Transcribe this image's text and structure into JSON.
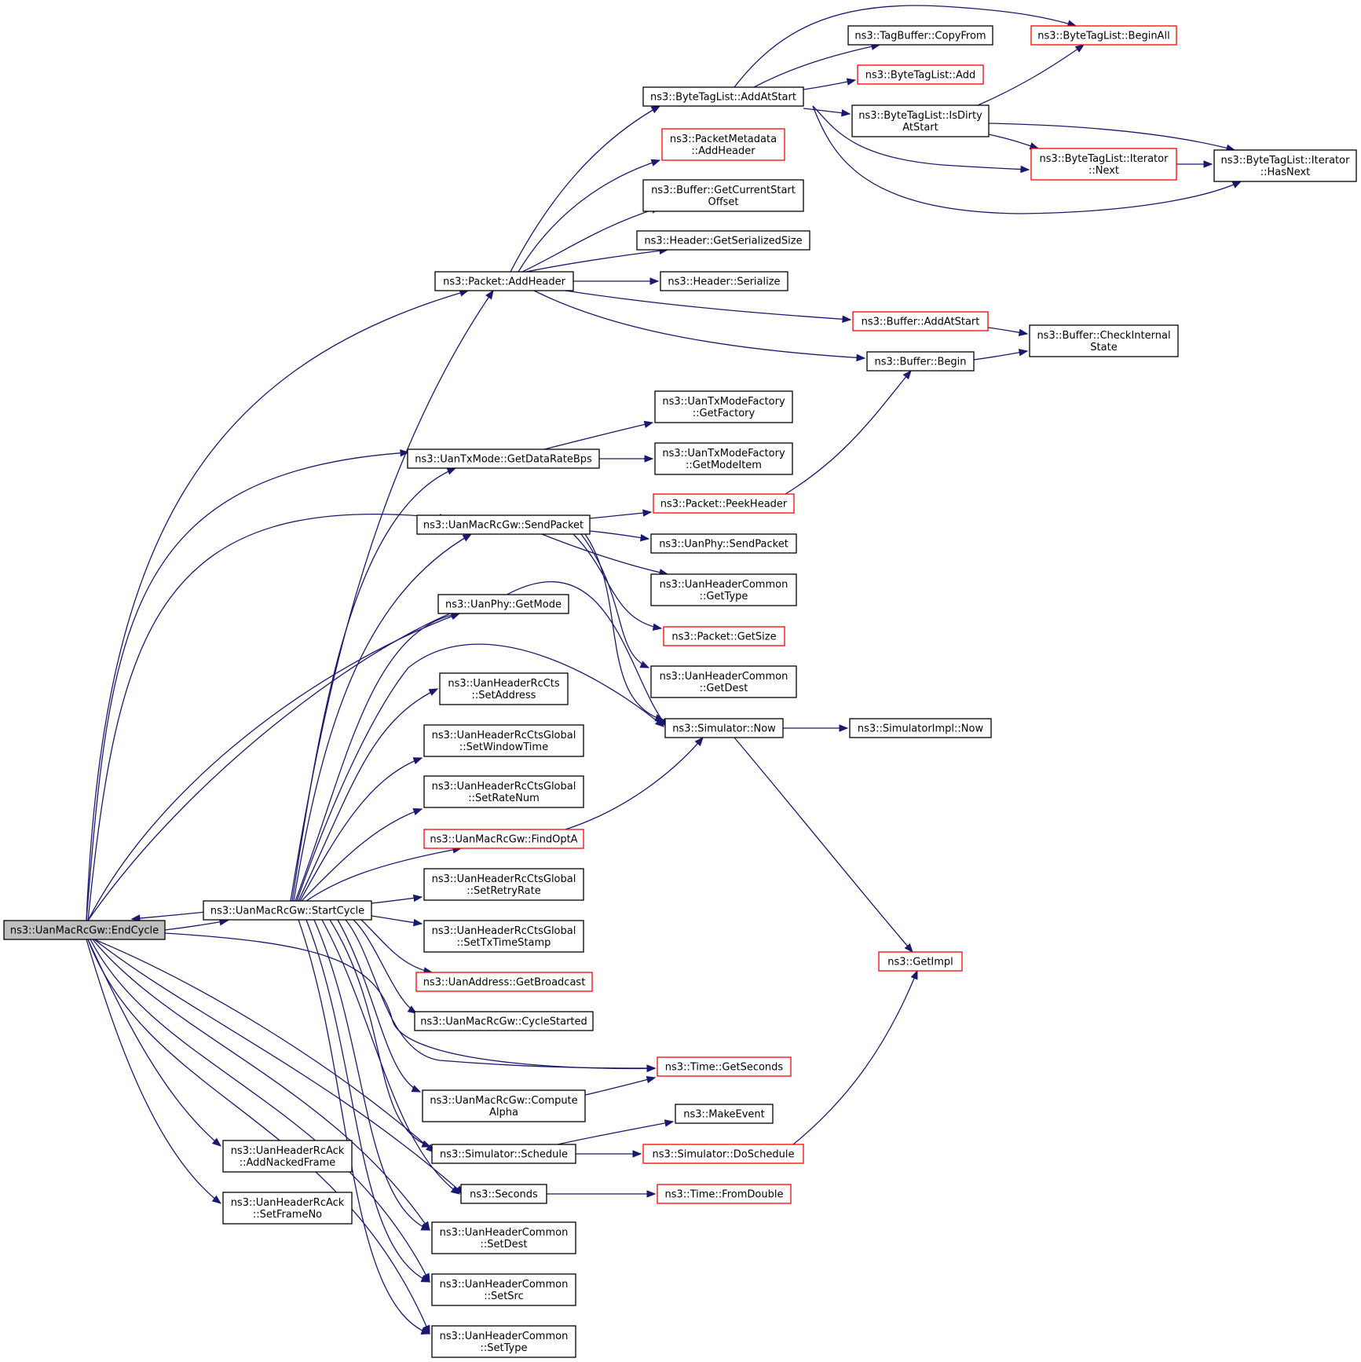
{
  "colors": {
    "edge": "#191970",
    "border": "#000000",
    "red_border": "#ff0000",
    "root_fill": "#bfbfbf"
  },
  "nodes": [
    {
      "id": "end_cycle",
      "lines": [
        "ns3::UanMacRcGw::EndCycle"
      ],
      "style": "root"
    },
    {
      "id": "start_cycle",
      "lines": [
        "ns3::UanMacRcGw::StartCycle"
      ],
      "style": "normal"
    },
    {
      "id": "add_nacked",
      "lines": [
        "ns3::UanHeaderRcAck",
        "::AddNackedFrame"
      ],
      "style": "normal"
    },
    {
      "id": "set_frame_no",
      "lines": [
        "ns3::UanHeaderRcAck",
        "::SetFrameNo"
      ],
      "style": "normal"
    },
    {
      "id": "packet_add_header",
      "lines": [
        "ns3::Packet::AddHeader"
      ],
      "style": "normal"
    },
    {
      "id": "get_data_rate",
      "lines": [
        "ns3::UanTxMode::GetDataRateBps"
      ],
      "style": "normal"
    },
    {
      "id": "send_packet",
      "lines": [
        "ns3::UanMacRcGw::SendPacket"
      ],
      "style": "normal"
    },
    {
      "id": "phy_get_mode",
      "lines": [
        "ns3::UanPhy::GetMode"
      ],
      "style": "normal"
    },
    {
      "id": "cts_set_address",
      "lines": [
        "ns3::UanHeaderRcCts",
        "::SetAddress"
      ],
      "style": "normal"
    },
    {
      "id": "set_window_time",
      "lines": [
        "ns3::UanHeaderRcCtsGlobal",
        "::SetWindowTime"
      ],
      "style": "normal"
    },
    {
      "id": "set_rate_num",
      "lines": [
        "ns3::UanHeaderRcCtsGlobal",
        "::SetRateNum"
      ],
      "style": "normal"
    },
    {
      "id": "find_opt_a",
      "lines": [
        "ns3::UanMacRcGw::FindOptA"
      ],
      "style": "red"
    },
    {
      "id": "set_retry_rate",
      "lines": [
        "ns3::UanHeaderRcCtsGlobal",
        "::SetRetryRate"
      ],
      "style": "normal"
    },
    {
      "id": "set_tx_timestamp",
      "lines": [
        "ns3::UanHeaderRcCtsGlobal",
        "::SetTxTimeStamp"
      ],
      "style": "normal"
    },
    {
      "id": "get_broadcast",
      "lines": [
        "ns3::UanAddress::GetBroadcast"
      ],
      "style": "red"
    },
    {
      "id": "cycle_started",
      "lines": [
        "ns3::UanMacRcGw::CycleStarted"
      ],
      "style": "normal"
    },
    {
      "id": "compute_alpha",
      "lines": [
        "ns3::UanMacRcGw::Compute",
        "Alpha"
      ],
      "style": "normal"
    },
    {
      "id": "sim_schedule",
      "lines": [
        "ns3::Simulator::Schedule"
      ],
      "style": "normal"
    },
    {
      "id": "seconds",
      "lines": [
        "ns3::Seconds"
      ],
      "style": "normal"
    },
    {
      "id": "common_set_dest",
      "lines": [
        "ns3::UanHeaderCommon",
        "::SetDest"
      ],
      "style": "normal"
    },
    {
      "id": "common_set_src",
      "lines": [
        "ns3::UanHeaderCommon",
        "::SetSrc"
      ],
      "style": "normal"
    },
    {
      "id": "common_set_type",
      "lines": [
        "ns3::UanHeaderCommon",
        "::SetType"
      ],
      "style": "normal"
    },
    {
      "id": "btl_add_at_start",
      "lines": [
        "ns3::ByteTagList::AddAtStart"
      ],
      "style": "normal"
    },
    {
      "id": "pm_add_header",
      "lines": [
        "ns3::PacketMetadata",
        "::AddHeader"
      ],
      "style": "red"
    },
    {
      "id": "buf_get_cur_start",
      "lines": [
        "ns3::Buffer::GetCurrentStart",
        "Offset"
      ],
      "style": "normal"
    },
    {
      "id": "hdr_get_ser_size",
      "lines": [
        "ns3::Header::GetSerializedSize"
      ],
      "style": "normal"
    },
    {
      "id": "hdr_serialize",
      "lines": [
        "ns3::Header::Serialize"
      ],
      "style": "normal"
    },
    {
      "id": "txf_get_factory",
      "lines": [
        "ns3::UanTxModeFactory",
        "::GetFactory"
      ],
      "style": "normal"
    },
    {
      "id": "txf_get_mode_item",
      "lines": [
        "ns3::UanTxModeFactory",
        "::GetModeItem"
      ],
      "style": "normal"
    },
    {
      "id": "pkt_peek_header",
      "lines": [
        "ns3::Packet::PeekHeader"
      ],
      "style": "red"
    },
    {
      "id": "phy_send_packet",
      "lines": [
        "ns3::UanPhy::SendPacket"
      ],
      "style": "normal"
    },
    {
      "id": "common_get_type",
      "lines": [
        "ns3::UanHeaderCommon",
        "::GetType"
      ],
      "style": "normal"
    },
    {
      "id": "pkt_get_size",
      "lines": [
        "ns3::Packet::GetSize"
      ],
      "style": "red"
    },
    {
      "id": "common_get_dest",
      "lines": [
        "ns3::UanHeaderCommon",
        "::GetDest"
      ],
      "style": "normal"
    },
    {
      "id": "sim_now",
      "lines": [
        "ns3::Simulator::Now"
      ],
      "style": "normal"
    },
    {
      "id": "time_get_seconds",
      "lines": [
        "ns3::Time::GetSeconds"
      ],
      "style": "red"
    },
    {
      "id": "make_event",
      "lines": [
        "ns3::MakeEvent"
      ],
      "style": "normal"
    },
    {
      "id": "sim_do_schedule",
      "lines": [
        "ns3::Simulator::DoSchedule"
      ],
      "style": "red"
    },
    {
      "id": "time_from_double",
      "lines": [
        "ns3::Time::FromDouble"
      ],
      "style": "red"
    },
    {
      "id": "tag_copy_from",
      "lines": [
        "ns3::TagBuffer::CopyFrom"
      ],
      "style": "normal"
    },
    {
      "id": "btl_add",
      "lines": [
        "ns3::ByteTagList::Add"
      ],
      "style": "red"
    },
    {
      "id": "btl_is_dirty",
      "lines": [
        "ns3::ByteTagList::IsDirty",
        "AtStart"
      ],
      "style": "normal"
    },
    {
      "id": "buf_add_at_start",
      "lines": [
        "ns3::Buffer::AddAtStart"
      ],
      "style": "red"
    },
    {
      "id": "buf_begin",
      "lines": [
        "ns3::Buffer::Begin"
      ],
      "style": "normal"
    },
    {
      "id": "simimpl_now",
      "lines": [
        "ns3::SimulatorImpl::Now"
      ],
      "style": "normal"
    },
    {
      "id": "get_impl",
      "lines": [
        "ns3::GetImpl"
      ],
      "style": "red"
    },
    {
      "id": "btl_begin_all",
      "lines": [
        "ns3::ByteTagList::BeginAll"
      ],
      "style": "red"
    },
    {
      "id": "btl_iter_next",
      "lines": [
        "ns3::ByteTagList::Iterator",
        "::Next"
      ],
      "style": "red"
    },
    {
      "id": "buf_check_internal",
      "lines": [
        "ns3::Buffer::CheckInternal",
        "State"
      ],
      "style": "normal"
    },
    {
      "id": "btl_iter_has_next",
      "lines": [
        "ns3::ByteTagList::Iterator",
        "::HasNext"
      ],
      "style": "normal"
    }
  ]
}
